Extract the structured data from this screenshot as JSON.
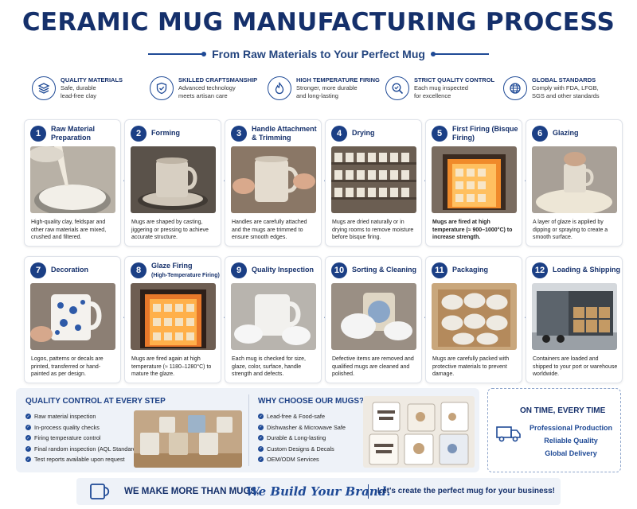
{
  "header": {
    "title": "CERAMIC MUG MANUFACTURING PROCESS",
    "subtitle": "From Raw Materials to Your Perfect Mug"
  },
  "features": [
    {
      "icon": "layers-icon",
      "title": "QUALITY MATERIALS",
      "line1": "Safe, durable",
      "line2": "lead-free clay"
    },
    {
      "icon": "shield-check-icon",
      "title": "SKILLED CRAFTSMANSHIP",
      "line1": "Advanced technology",
      "line2": "meets artisan care"
    },
    {
      "icon": "flame-icon",
      "title": "HIGH TEMPERATURE FIRING",
      "line1": "Stronger, more durable",
      "line2": "and long-lasting"
    },
    {
      "icon": "magnifier-check-icon",
      "title": "STRICT QUALITY CONTROL",
      "line1": "Each mug inspected",
      "line2": "for excellence"
    },
    {
      "icon": "globe-icon",
      "title": "GLOBAL STANDARDS",
      "line1": "Comply with FDA, LFGB,",
      "line2": "SGS and other standards"
    }
  ],
  "steps": [
    {
      "num": "1",
      "title": "Raw Material Preparation",
      "desc": "High-quality clay, feldspar and other raw materials are mixed, crushed and filtered."
    },
    {
      "num": "2",
      "title": "Forming",
      "desc": "Mugs are shaped by casting, jiggering or pressing to achieve accurate structure."
    },
    {
      "num": "3",
      "title": "Handle Attachment & Trimming",
      "desc": "Handles are carefully attached and the mugs are trimmed to ensure smooth edges."
    },
    {
      "num": "4",
      "title": "Drying",
      "desc": "Mugs are dried naturally or in drying rooms to remove moisture before bisque firing."
    },
    {
      "num": "5",
      "title": "First Firing (Bisque Firing)",
      "desc": "Mugs are fired at high temperature (≈ 900–1000°C) to increase strength."
    },
    {
      "num": "6",
      "title": "Glazing",
      "desc": "A layer of glaze is applied by dipping or spraying to create a smooth surface."
    },
    {
      "num": "7",
      "title": "Decoration",
      "desc": "Logos, patterns or decals are printed, transferred or hand-painted as per design."
    },
    {
      "num": "8",
      "title": "Glaze Firing",
      "subtitle": "(High-Temperature Firing)",
      "desc": "Mugs are fired again at high temperature (≈ 1180–1280°C) to mature the glaze."
    },
    {
      "num": "9",
      "title": "Quality Inspection",
      "desc": "Each mug is checked for size, glaze, color, surface, handle strength and defects."
    },
    {
      "num": "10",
      "title": "Sorting & Cleaning",
      "desc": "Defective items are removed and qualified mugs are cleaned and polished."
    },
    {
      "num": "11",
      "title": "Packaging",
      "desc": "Mugs are carefully packed with protective materials to prevent damage."
    },
    {
      "num": "12",
      "title": "Loading & Shipping",
      "desc": "Containers are loaded and shipped to your port or warehouse worldwide."
    }
  ],
  "quality_control": {
    "heading": "QUALITY CONTROL AT EVERY STEP",
    "items": [
      "Raw material inspection",
      "In-process quality checks",
      "Firing temperature control",
      "Final random inspection (AQL Standard)",
      "Test reports available upon request"
    ]
  },
  "why_choose": {
    "heading": "WHY CHOOSE OUR MUGS?",
    "items": [
      "Lead-free & Food-safe",
      "Dishwasher & Microwave Safe",
      "Durable & Long-lasting",
      "Custom Designs & Decals",
      "OEM/ODM Services"
    ]
  },
  "on_time": {
    "heading": "ON TIME, EVERY TIME",
    "lines": [
      "Professional Production",
      "Reliable Quality",
      "Global Delivery"
    ]
  },
  "banner": {
    "left": "WE MAKE MORE THAN MUGS,",
    "script": "We Build Your Brand.",
    "right": "Let's create the perfect mug for your business!"
  },
  "colors": {
    "navy": "#15306b",
    "accent": "#1f4a96",
    "panel": "#eef2f8"
  }
}
